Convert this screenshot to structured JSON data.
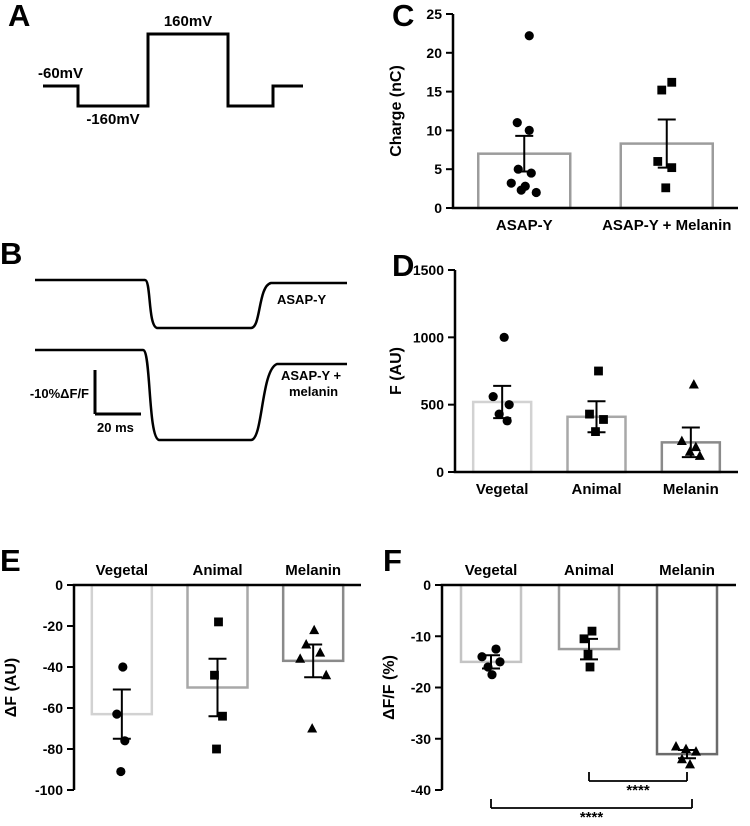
{
  "panels": {
    "A": {
      "letter": "A",
      "labels": {
        "peak": "160mV",
        "hold": "-60mV",
        "hyper": "-160mV"
      }
    },
    "B": {
      "letter": "B",
      "trace1_label": "ASAP-Y",
      "trace2_label_line1": "ASAP-Y +",
      "trace2_label_line2": "melanin",
      "scale_vertical": "-10%ΔF/F",
      "scale_horizontal": "20 ms"
    },
    "C": {
      "letter": "C"
    },
    "D": {
      "letter": "D"
    },
    "E": {
      "letter": "E"
    },
    "F": {
      "letter": "F"
    }
  },
  "chart_data": [
    {
      "id": "C",
      "type": "bar",
      "direction": "up",
      "ylabel": "Charge (nC)",
      "ylim": [
        0,
        25
      ],
      "yticks": [
        0,
        5,
        10,
        15,
        20,
        25
      ],
      "categories": [
        "ASAP-Y",
        "ASAP-Y + Melanin"
      ],
      "means": [
        7.0,
        8.3
      ],
      "sems": [
        2.3,
        3.1
      ],
      "markers": [
        "circle",
        "square"
      ],
      "bar_strokes": [
        "#9c9c9c",
        "#9c9c9c"
      ],
      "points": [
        [
          22.2,
          11.0,
          10.0,
          5.0,
          4.5,
          3.2,
          2.8,
          2.3,
          2.0
        ],
        [
          16.2,
          15.2,
          6.0,
          5.2,
          2.6
        ]
      ]
    },
    {
      "id": "D",
      "type": "bar",
      "direction": "up",
      "ylabel": "F (AU)",
      "ylim": [
        0,
        1500
      ],
      "yticks": [
        0,
        500,
        1000,
        1500
      ],
      "categories": [
        "Vegetal",
        "Animal",
        "Melanin"
      ],
      "means": [
        520,
        410,
        220
      ],
      "sems": [
        120,
        115,
        110
      ],
      "markers": [
        "circle",
        "square",
        "triangle"
      ],
      "bar_strokes": [
        "#d2d2d2",
        "#a8a8a8",
        "#8a8a8a"
      ],
      "points": [
        [
          1000,
          560,
          500,
          430,
          380
        ],
        [
          750,
          430,
          390,
          300
        ],
        [
          650,
          230,
          185,
          150,
          120
        ]
      ]
    },
    {
      "id": "E",
      "type": "bar",
      "direction": "down",
      "ylabel": "ΔF (AU)",
      "ylim": [
        0,
        -100
      ],
      "yticks": [
        0,
        -20,
        -40,
        -60,
        -80,
        -100
      ],
      "categories": [
        "Vegetal",
        "Animal",
        "Melanin"
      ],
      "means": [
        -63,
        -50,
        -37
      ],
      "sems": [
        12,
        14,
        8
      ],
      "markers": [
        "circle",
        "square",
        "triangle"
      ],
      "bar_strokes": [
        "#d2d2d2",
        "#a8a8a8",
        "#8a8a8a"
      ],
      "points": [
        [
          -40,
          -63,
          -76,
          -91
        ],
        [
          -18,
          -44,
          -64,
          -80
        ],
        [
          -22,
          -29,
          -33,
          -36,
          -44,
          -70
        ]
      ]
    },
    {
      "id": "F",
      "type": "bar",
      "direction": "down",
      "ylabel": "ΔF/F (%)",
      "ylim": [
        0,
        -40
      ],
      "yticks": [
        0,
        -10,
        -20,
        -30,
        -40
      ],
      "categories": [
        "Vegetal",
        "Animal",
        "Melanin"
      ],
      "means": [
        -15,
        -12.5,
        -33
      ],
      "sems": [
        1.3,
        2.0,
        0.8
      ],
      "markers": [
        "circle",
        "square",
        "triangle"
      ],
      "bar_strokes": [
        "#c4c4c4",
        "#9c9c9c",
        "#6b6b6b"
      ],
      "points": [
        [
          -12.5,
          -14,
          -15,
          -16,
          -17.5
        ],
        [
          -9,
          -10.5,
          -13.5,
          -16
        ],
        [
          -31.5,
          -32,
          -32.5,
          -34,
          -35
        ]
      ],
      "significance": [
        {
          "a": "Animal",
          "b": "Melanin",
          "label": "****"
        },
        {
          "a": "Vegetal",
          "b": "Melanin",
          "label": "****"
        }
      ]
    }
  ]
}
